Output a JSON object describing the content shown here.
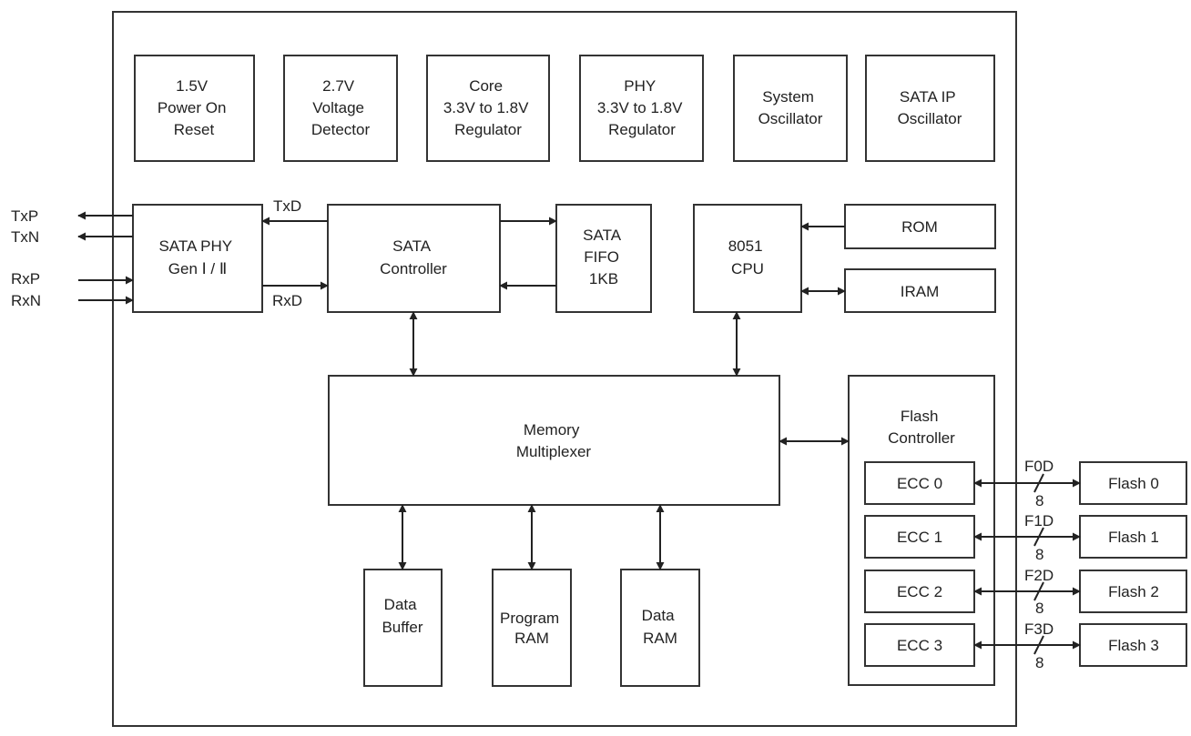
{
  "regulators": [
    {
      "lines": [
        "1.5V",
        "Power On",
        "Reset"
      ]
    },
    {
      "lines": [
        "2.7V",
        "Voltage",
        "Detector"
      ]
    },
    {
      "lines": [
        "Core",
        "3.3V to 1.8V",
        "Regulator"
      ]
    },
    {
      "lines": [
        "PHY",
        "3.3V to 1.8V",
        "Regulator"
      ]
    },
    {
      "lines": [
        "System",
        "Oscillator"
      ]
    },
    {
      "lines": [
        "SATA IP",
        "Oscillator"
      ]
    }
  ],
  "sata_phy": {
    "lines": [
      "SATA PHY",
      "Gen Ⅰ / Ⅱ"
    ]
  },
  "sata_controller": {
    "lines": [
      "SATA",
      "Controller"
    ]
  },
  "sata_fifo": {
    "lines": [
      "SATA",
      "FIFO",
      "1KB"
    ]
  },
  "cpu": {
    "lines": [
      "8051",
      "CPU"
    ]
  },
  "rom": {
    "label": "ROM"
  },
  "iram": {
    "label": "IRAM"
  },
  "memory_mux": {
    "lines": [
      "Memory",
      "Multiplexer"
    ]
  },
  "flash_controller": {
    "lines": [
      "Flash",
      "Controller"
    ]
  },
  "ecc": [
    "ECC 0",
    "ECC 1",
    "ECC 2",
    "ECC 3"
  ],
  "flash": [
    "Flash 0",
    "Flash 1",
    "Flash 2",
    "Flash 3"
  ],
  "flash_buses": [
    "F0D",
    "F1D",
    "F2D",
    "F3D"
  ],
  "bus_width": "8",
  "memories": [
    {
      "lines": [
        "Data",
        "Buffer"
      ]
    },
    {
      "lines": [
        "Program",
        "RAM"
      ]
    },
    {
      "lines": [
        "Data",
        "RAM"
      ]
    }
  ],
  "signals": {
    "txp": "TxP",
    "txn": "TxN",
    "rxp": "RxP",
    "rxn": "RxN",
    "txd": "TxD",
    "rxd": "RxD"
  }
}
